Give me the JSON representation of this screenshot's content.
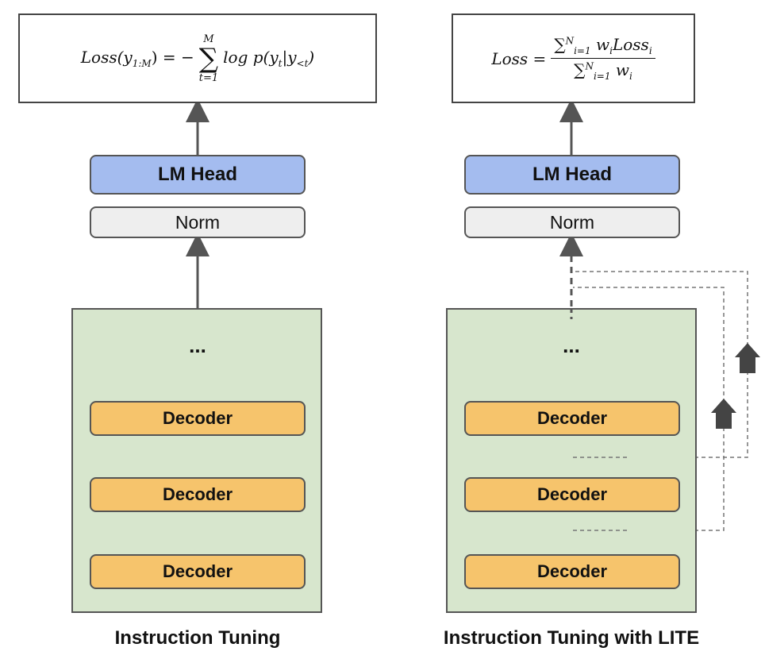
{
  "left": {
    "formula": {
      "lhs": "Loss(y",
      "lhs_sub": "1:M",
      "eq": ") = −",
      "sum": "∑",
      "sum_upper": "M",
      "sum_lower": "t=1",
      "rhs": "log p(y",
      "rhs_sub": "t",
      "rhs_mid": "|y",
      "rhs_sub2": "<t",
      "rhs_end": ")"
    },
    "lm_head": "LM Head",
    "norm": "Norm",
    "ellipsis": "...",
    "decoders": [
      "Decoder",
      "Decoder",
      "Decoder"
    ],
    "caption": "Instruction Tuning"
  },
  "right": {
    "formula": {
      "lhs": "Loss =",
      "num_sum": "∑",
      "num_sub": "i=1",
      "num_sup": "N",
      "num_term": "w",
      "num_term_sub": "i",
      "num_term2": "Loss",
      "num_term2_sub": "i",
      "den_sum": "∑",
      "den_sub": "i=1",
      "den_sup": "N",
      "den_term": "w",
      "den_term_sub": "i"
    },
    "lm_head": "LM Head",
    "norm": "Norm",
    "ellipsis": "...",
    "decoders": [
      "Decoder",
      "Decoder",
      "Decoder"
    ],
    "caption": "Instruction Tuning with LITE"
  },
  "colors": {
    "lm_head": "#a4bcef",
    "norm": "#eeeeee",
    "decoder": "#f6c46c",
    "panel": "#d7e6cd",
    "arrow": "#555555"
  }
}
